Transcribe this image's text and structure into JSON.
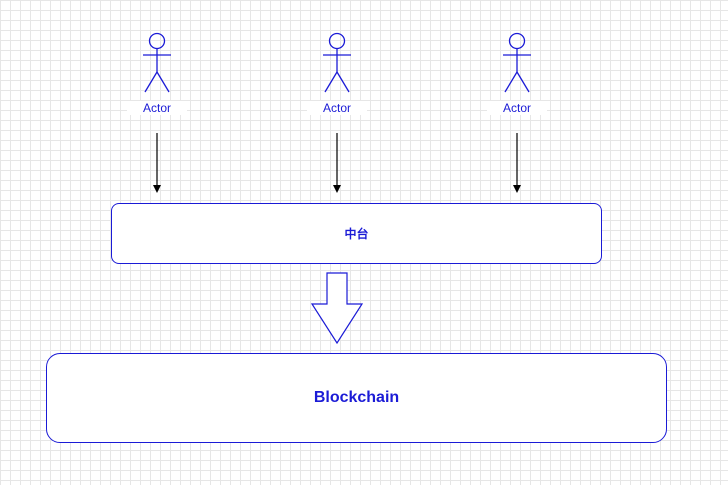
{
  "actors": [
    {
      "label": "Actor"
    },
    {
      "label": "Actor"
    },
    {
      "label": "Actor"
    }
  ],
  "middle_box": {
    "label": "中台"
  },
  "blockchain_box": {
    "label": "Blockchain"
  },
  "colors": {
    "stroke": "#1b1bd6",
    "text": "#1b1bd6",
    "arrow": "#000000",
    "grid": "#e6e6e6"
  }
}
